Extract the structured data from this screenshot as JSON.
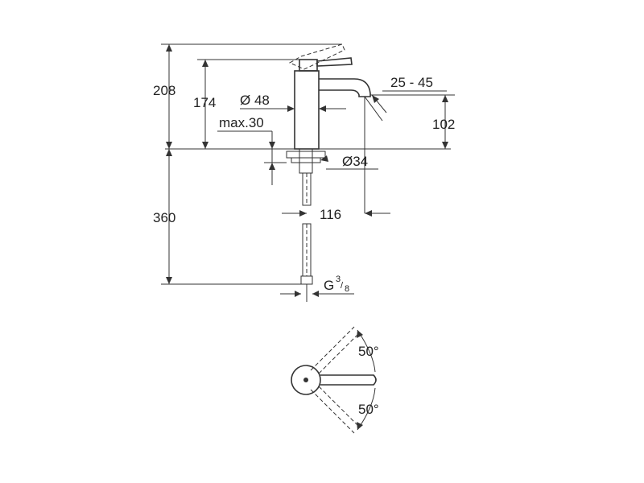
{
  "dimensions": {
    "overall_height": "208",
    "body_height": "174",
    "body_diameter": "Ø 48",
    "max_thickness": "max.30",
    "spout_angle": "25 - 45",
    "spout_height": "102",
    "hole_diameter": "Ø34",
    "below_deck": "360",
    "spout_reach": "116",
    "connection_prefix": "G",
    "connection_num": "3",
    "connection_den": "8"
  },
  "top_view": {
    "rotation_up": "50°",
    "rotation_down": "50°"
  }
}
